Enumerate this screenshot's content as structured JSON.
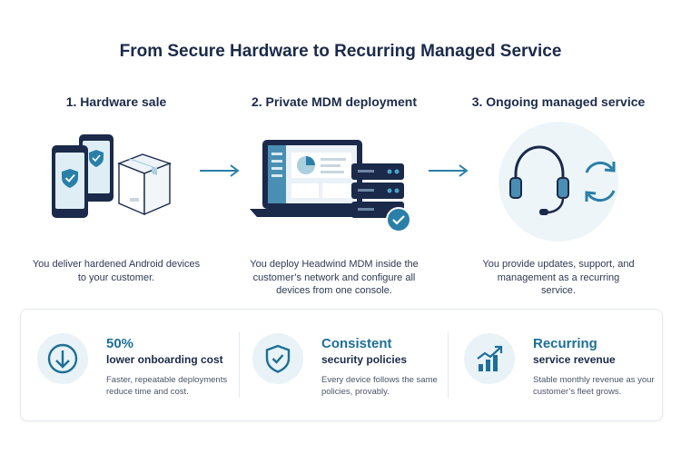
{
  "title": "From Secure Hardware to Recurring Managed Service",
  "steps": [
    {
      "label": "1. Hardware sale",
      "description": "You deliver hardened Android devices to your customer."
    },
    {
      "label": "2. Private MDM deployment",
      "description": "You deploy Headwind MDM inside the customer’s network and configure all devices from one console."
    },
    {
      "label": "3. Ongoing managed service",
      "description": "You provide updates, support, and management as a recurring service."
    }
  ],
  "benefits": [
    {
      "headline": "50%",
      "subtitle": "lower onboarding cost",
      "description": "Faster, repeatable deployments reduce time and cost.",
      "icon": "download-arrow-icon"
    },
    {
      "headline": "Consistent",
      "subtitle": "security policies",
      "description": "Every device follows the same policies, provably.",
      "icon": "shield-check-icon"
    },
    {
      "headline": "Recurring",
      "subtitle": "service revenue",
      "description": "Stable monthly revenue as your customer’s fleet grows.",
      "icon": "growth-chart-icon"
    }
  ],
  "colors": {
    "navy": "#1b2a4a",
    "accent": "#2a7fa8",
    "accent_dark": "#1e6f96",
    "light_blue": "#e8f2f7"
  }
}
